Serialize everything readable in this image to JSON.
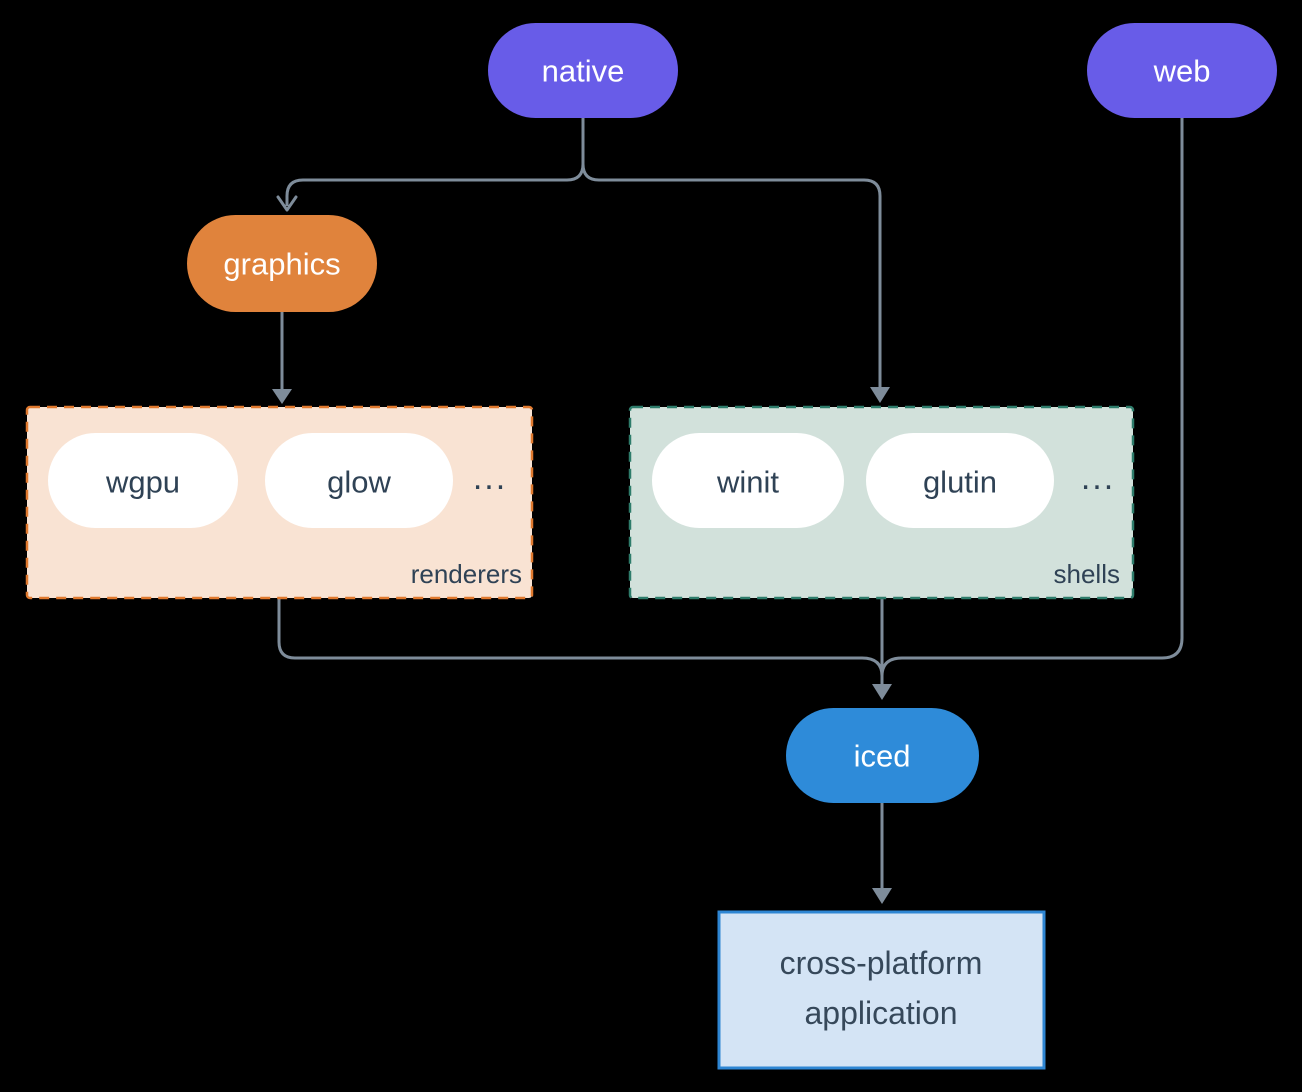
{
  "diagram": {
    "nodes": {
      "native": {
        "label": "native"
      },
      "web": {
        "label": "web"
      },
      "graphics": {
        "label": "graphics"
      },
      "iced": {
        "label": "iced"
      },
      "application": {
        "label_line1": "cross-platform",
        "label_line2": "application"
      }
    },
    "groups": {
      "renderers": {
        "label": "renderers",
        "items": [
          "wgpu",
          "glow"
        ],
        "ellipsis": "..."
      },
      "shells": {
        "label": "shells",
        "items": [
          "winit",
          "glutin"
        ],
        "ellipsis": "..."
      }
    },
    "colors": {
      "platform_fill": "#685CE8",
      "graphics_fill": "#E0833C",
      "iced_fill": "#2E8BD9",
      "app_fill": "#D4E4F5",
      "app_border": "#2E86D3",
      "renderers_fill": "#F9E3D3",
      "renderers_border": "#E0792E",
      "shells_fill": "#D2E1DB",
      "shells_border": "#2E7C6B",
      "item_fill": "#FFFFFF",
      "dark_text": "#2F4255",
      "light_text": "#FFFFFF",
      "line": "#7E8C9A",
      "background": "#000000"
    }
  }
}
